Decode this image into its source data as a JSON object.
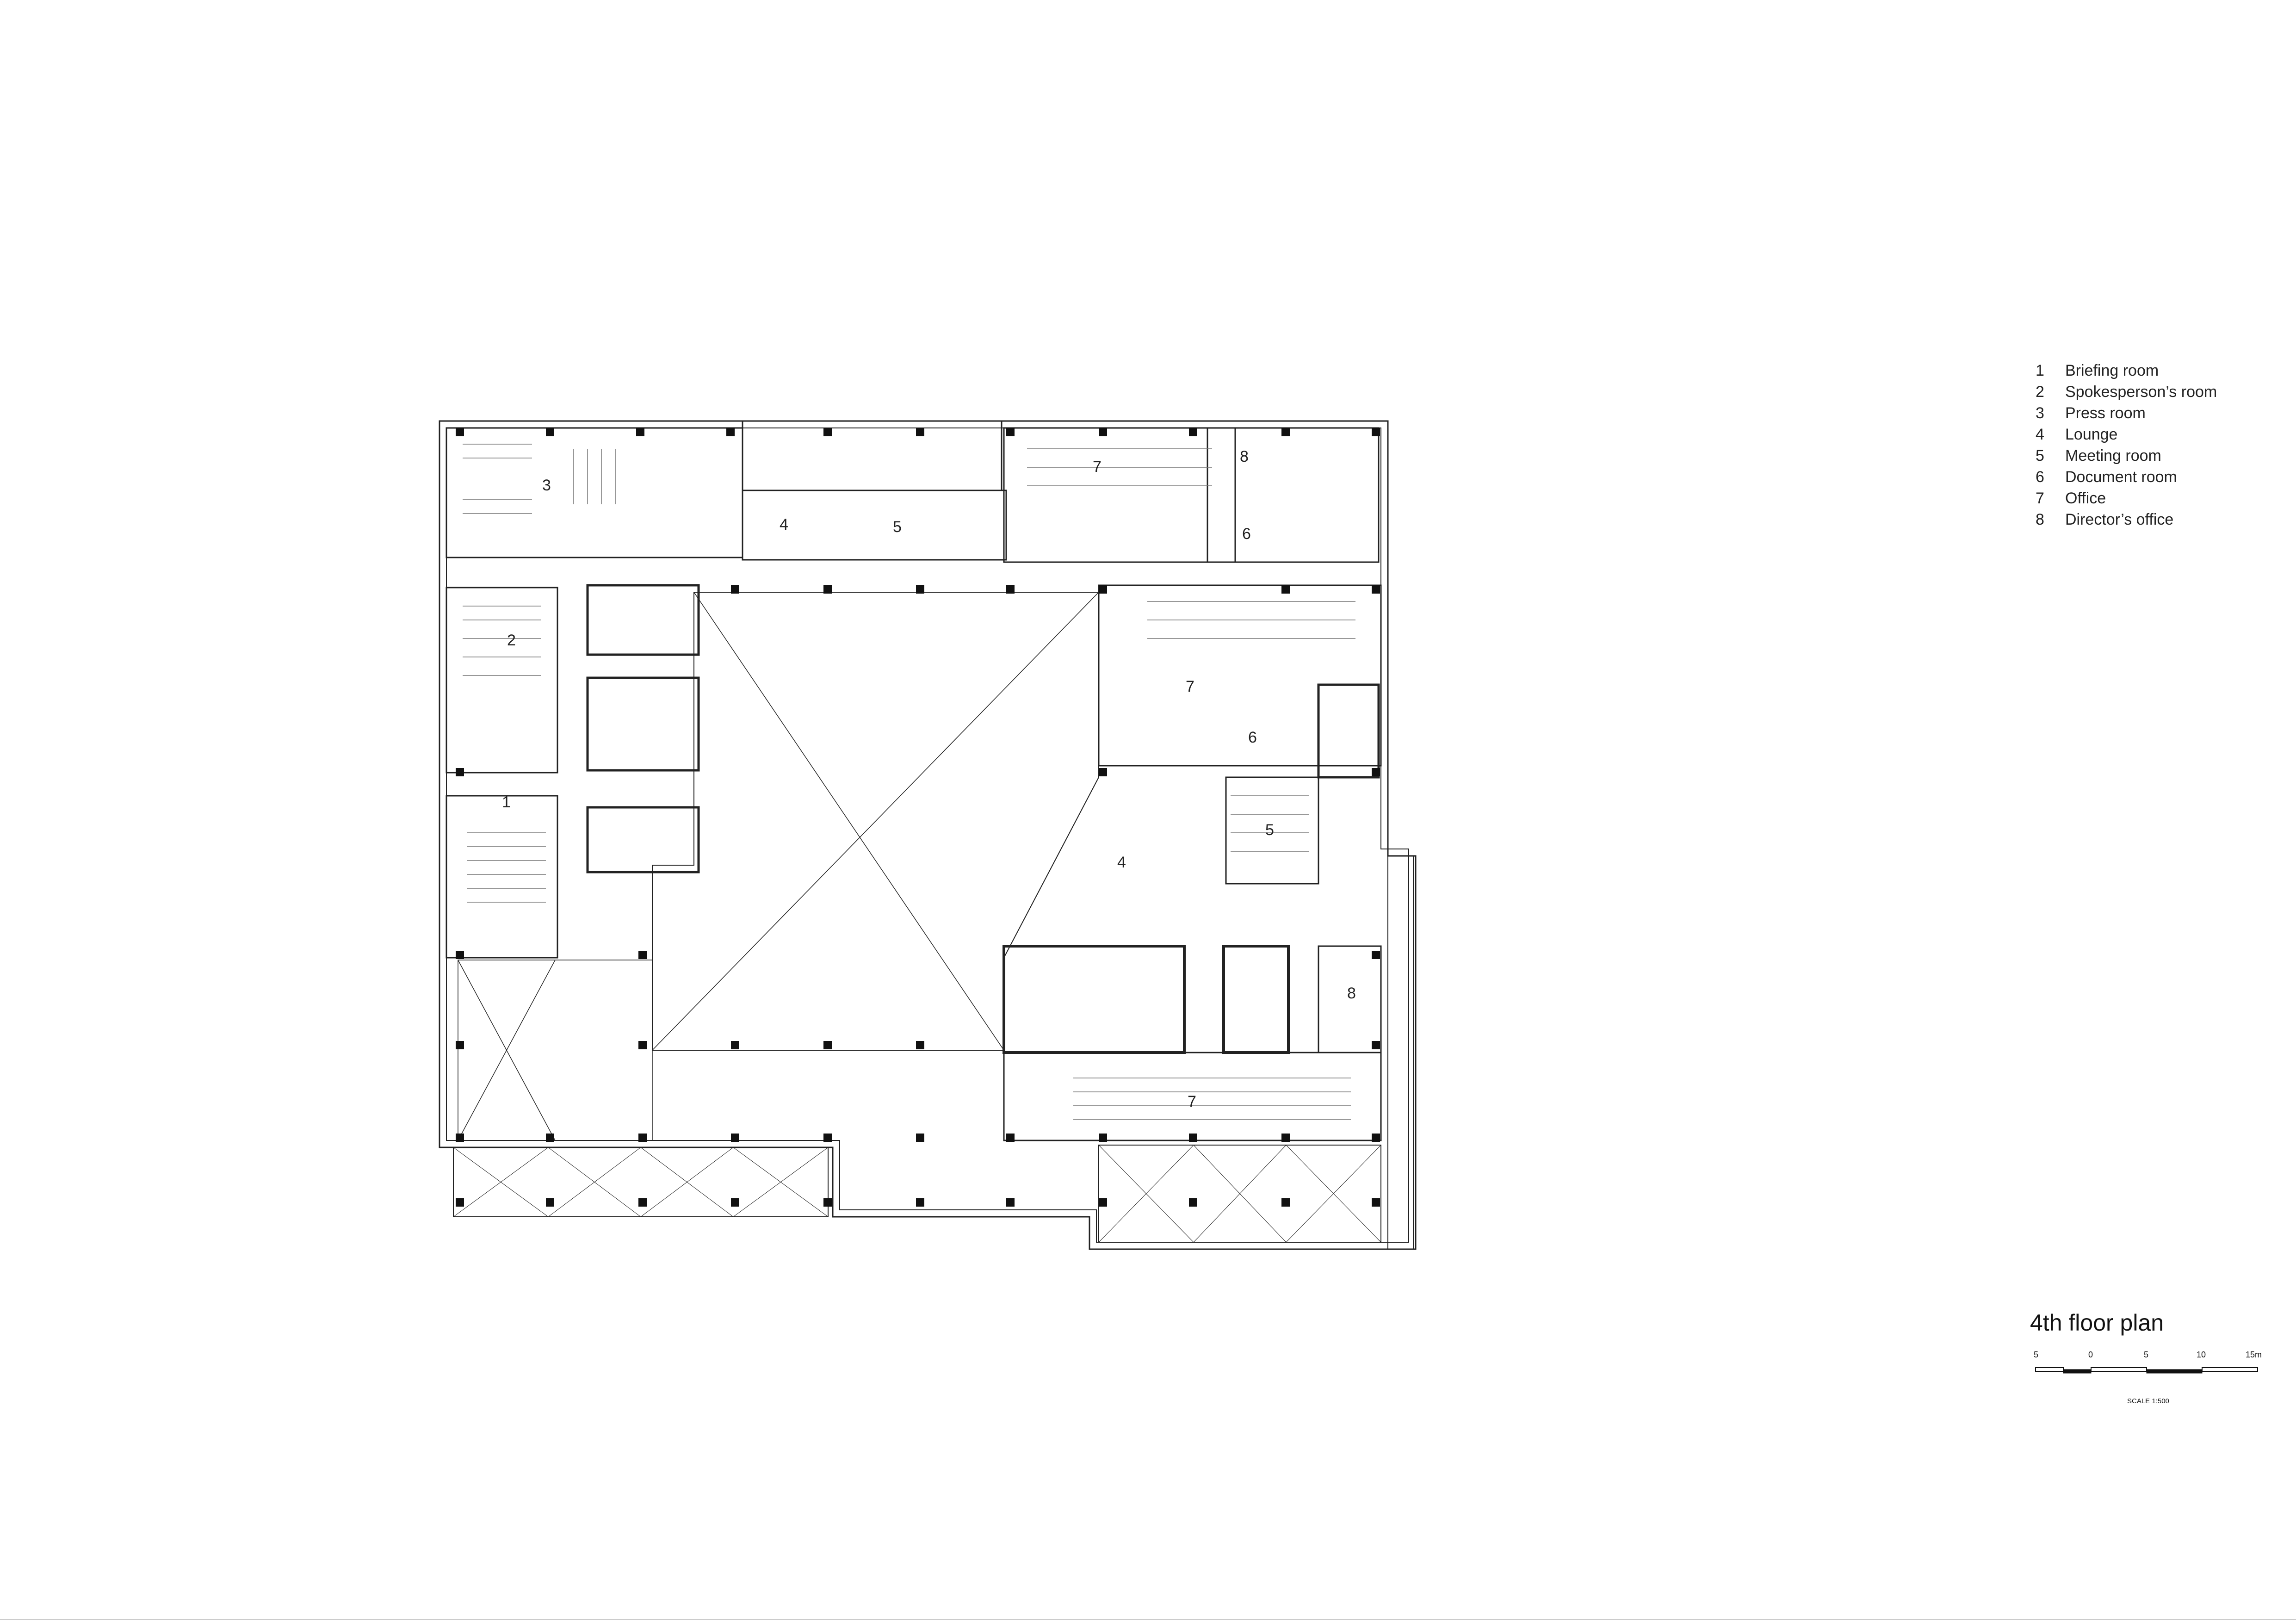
{
  "legend": [
    {
      "num": "1",
      "label": "Briefing room"
    },
    {
      "num": "2",
      "label": "Spokesperson’s room"
    },
    {
      "num": "3",
      "label": "Press room"
    },
    {
      "num": "4",
      "label": "Lounge"
    },
    {
      "num": "5",
      "label": "Meeting room"
    },
    {
      "num": "6",
      "label": "Document room"
    },
    {
      "num": "7",
      "label": "Office"
    },
    {
      "num": "8",
      "label": "Director’s office"
    }
  ],
  "drawing_title": "4th floor plan",
  "scale_bar": {
    "ticks": [
      "5",
      "0",
      "5",
      "10",
      "15m"
    ],
    "caption": "SCALE 1:500"
  },
  "room_labels": [
    "3",
    "2",
    "1",
    "4",
    "5",
    "7",
    "8",
    "6",
    "7",
    "6",
    "4",
    "5",
    "8",
    "7"
  ]
}
